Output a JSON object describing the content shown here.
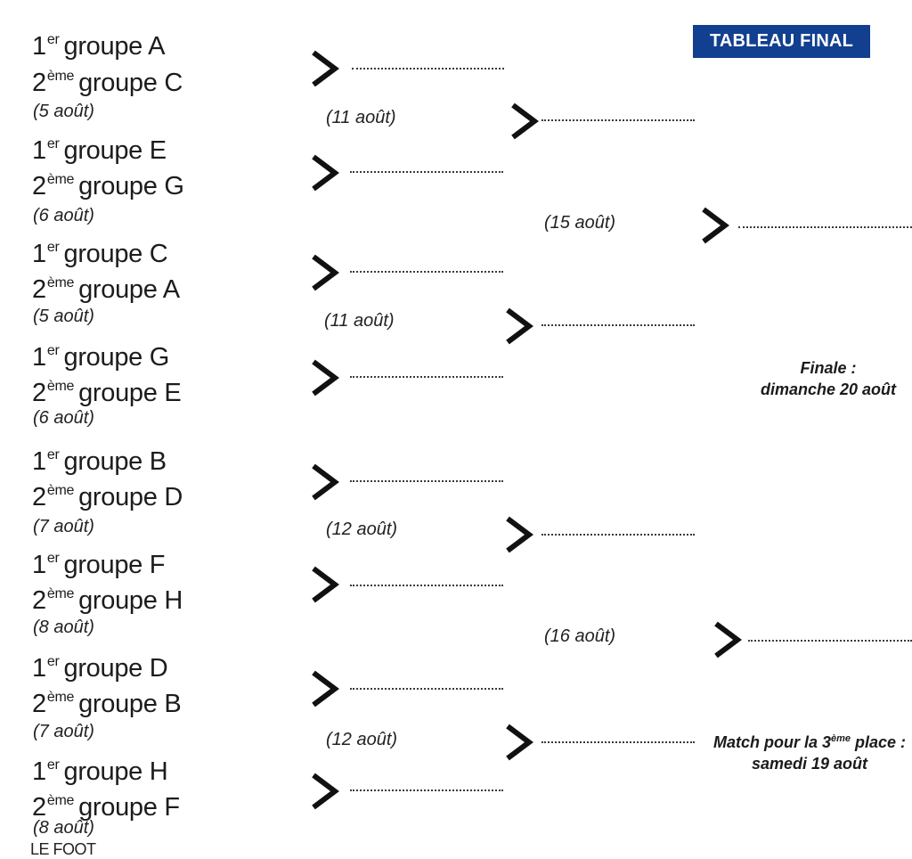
{
  "header": {
    "badge": "TABLEAU FINAL"
  },
  "round_of_16": [
    {
      "team1": {
        "rank": "1",
        "suffix": "er",
        "group": "groupe A"
      },
      "team2": {
        "rank": "2",
        "suffix": "ème",
        "group": "groupe C"
      },
      "date": "(5 août)"
    },
    {
      "team1": {
        "rank": "1",
        "suffix": "er",
        "group": "groupe E"
      },
      "team2": {
        "rank": "2",
        "suffix": "ème",
        "group": "groupe G"
      },
      "date": "(6 août)"
    },
    {
      "team1": {
        "rank": "1",
        "suffix": "er",
        "group": "groupe C"
      },
      "team2": {
        "rank": "2",
        "suffix": "ème",
        "group": "groupe A"
      },
      "date": "(5 août)"
    },
    {
      "team1": {
        "rank": "1",
        "suffix": "er",
        "group": "groupe G"
      },
      "team2": {
        "rank": "2",
        "suffix": "ème",
        "group": "groupe E"
      },
      "date": "(6 août)"
    },
    {
      "team1": {
        "rank": "1",
        "suffix": "er",
        "group": "groupe B"
      },
      "team2": {
        "rank": "2",
        "suffix": "ème",
        "group": "groupe D"
      },
      "date": "(7 août)"
    },
    {
      "team1": {
        "rank": "1",
        "suffix": "er",
        "group": "groupe F"
      },
      "team2": {
        "rank": "2",
        "suffix": "ème",
        "group": "groupe H"
      },
      "date": "(8 août)"
    },
    {
      "team1": {
        "rank": "1",
        "suffix": "er",
        "group": "groupe D"
      },
      "team2": {
        "rank": "2",
        "suffix": "ème",
        "group": "groupe B"
      },
      "date": "(7 août)"
    },
    {
      "team1": {
        "rank": "1",
        "suffix": "er",
        "group": "groupe H"
      },
      "team2": {
        "rank": "2",
        "suffix": "ème",
        "group": "groupe F"
      },
      "date": "(8 août)"
    }
  ],
  "quarter_finals": [
    {
      "date": "(11 août)"
    },
    {
      "date": "(11 août)"
    },
    {
      "date": "(12 août)"
    },
    {
      "date": "(12 août)"
    }
  ],
  "semi_finals": [
    {
      "date": "(15 août)"
    },
    {
      "date": "(16 août)"
    }
  ],
  "final_note": {
    "line1": "Finale :",
    "line2": "dimanche 20 août"
  },
  "third_place_note": {
    "line1_prefix": "Match pour la 3",
    "line1_sup": "ème",
    "line1_suffix": " place  :",
    "line2": "samedi 19 août"
  },
  "footer": {
    "label": "LE FOOT"
  }
}
